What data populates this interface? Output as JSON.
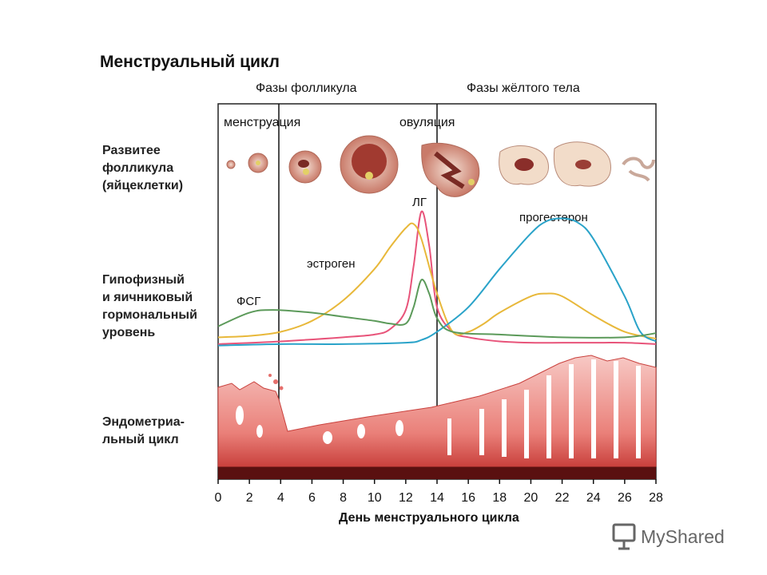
{
  "title": "Менструальный цикл",
  "phases": {
    "follicular": "Фазы фолликула",
    "luteal": "Фазы жёлтого тела"
  },
  "events": {
    "menstruation": "менструация",
    "ovulation": "овуляция"
  },
  "rows": {
    "follicle": "Развитее\nфолликула\n(яйцеклетки)",
    "hormone": "Гипофизный\nи яичниковый\nгормональный\nуровень",
    "endometrium": "Эндометриа-\nльный цикл"
  },
  "hormone_labels": {
    "lh": "ЛГ",
    "estrogen": "эстроген",
    "progesterone": "прогестерон",
    "fsh": "ФСГ"
  },
  "colors": {
    "lh": "#e8547a",
    "estrogen": "#e8b83a",
    "progesterone": "#2aa3c9",
    "fsh": "#5c9a5a",
    "endometrium_light": "#f6c4c0",
    "endometrium_mid": "#e56f6c",
    "endometrium_dark": "#7a1a1a"
  },
  "chart_data": {
    "type": "line",
    "xlabel": "День менструального цикла",
    "xlim": [
      0,
      28
    ],
    "xticks": [
      0,
      2,
      4,
      6,
      8,
      10,
      12,
      14,
      16,
      18,
      20,
      22,
      24,
      26,
      28
    ],
    "ylim": [
      0,
      100
    ],
    "series": [
      {
        "name": "ЛГ",
        "x": [
          0,
          4,
          8,
          10,
          11,
          12,
          12.5,
          13,
          13.5,
          14,
          15,
          16,
          18,
          20,
          22,
          24,
          26,
          28
        ],
        "y": [
          3,
          5,
          8,
          10,
          14,
          28,
          60,
          100,
          75,
          30,
          12,
          8,
          5,
          4,
          4,
          4,
          4,
          3
        ]
      },
      {
        "name": "эстроген",
        "x": [
          0,
          2,
          4,
          6,
          8,
          10,
          11,
          12,
          12.5,
          13,
          14,
          15,
          16,
          17,
          18,
          20,
          21,
          22,
          24,
          26,
          28
        ],
        "y": [
          8,
          9,
          12,
          20,
          35,
          58,
          74,
          88,
          91,
          80,
          40,
          12,
          12,
          18,
          26,
          38,
          40,
          38,
          24,
          12,
          7
        ]
      },
      {
        "name": "прогестерон",
        "x": [
          0,
          4,
          8,
          12,
          13,
          14,
          16,
          18,
          20,
          21,
          22,
          23,
          24,
          26,
          27,
          28
        ],
        "y": [
          2,
          3,
          3,
          4,
          6,
          12,
          30,
          58,
          84,
          93,
          95,
          92,
          80,
          38,
          12,
          5
        ]
      },
      {
        "name": "ФСГ",
        "x": [
          0,
          2,
          3.5,
          6,
          8,
          10,
          11,
          12,
          12.5,
          13,
          13.5,
          14,
          15,
          18,
          22,
          26,
          28
        ],
        "y": [
          16,
          26,
          28,
          26,
          23,
          20,
          18,
          18,
          30,
          50,
          40,
          22,
          12,
          10,
          8,
          8,
          11
        ]
      }
    ]
  },
  "watermark": "MyShared"
}
